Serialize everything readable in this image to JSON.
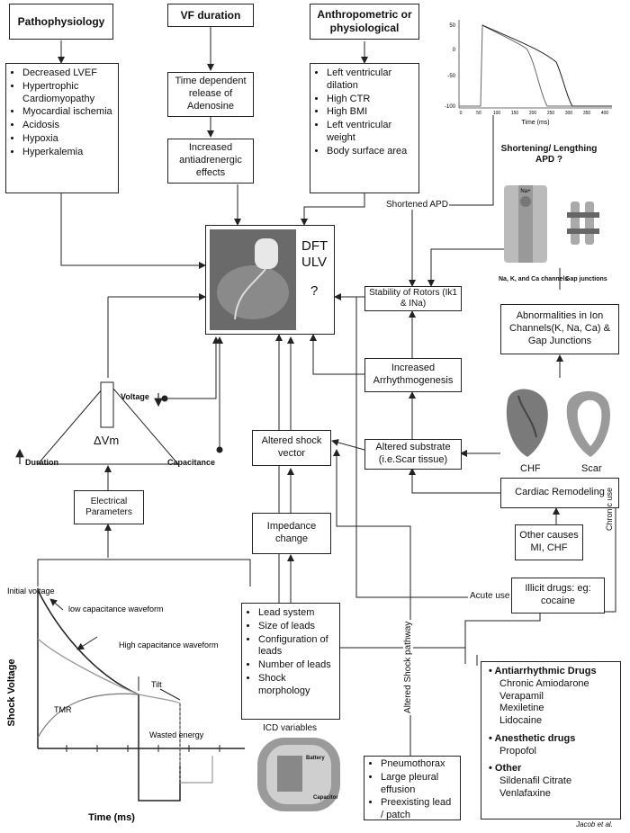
{
  "headers": {
    "patho": "Pathophysiology",
    "vf": "VF duration",
    "anthro": "Anthropometric or physiological"
  },
  "patho_list": [
    "Decreased LVEF",
    "Hypertrophic Cardiomyopathy",
    "Myocardial ischemia",
    "Acidosis",
    "Hypoxia",
    "Hyperkalemia"
  ],
  "vf_box1": "Time dependent release of Adenosine",
  "vf_box2": "Increased antiadrenergic effects",
  "anthro_list": [
    "Left ventricular dilation",
    "High CTR",
    "High BMI",
    "Left ventricular weight",
    "Body surface area"
  ],
  "apd_chart": {
    "xlabel": "Time (ms)",
    "xticks": [
      "0",
      "50",
      "100",
      "150",
      "200",
      "250",
      "300",
      "350",
      "400"
    ],
    "yticks": [
      "50",
      "0",
      "-50",
      "-100"
    ],
    "title": "Shortening/ Lengthing APD ?"
  },
  "shortened_apd": "Shortened APD",
  "channels_caption": "Na, K, and Ca channels",
  "gap_caption": "Gap junctions",
  "xray": {
    "line1": "DFT",
    "line2": "ULV",
    "q": "?"
  },
  "stability": "Stability of Rotors (Ik1 & INa)",
  "abnormalities": "Abnormalities in Ion Channels(K, Na, Ca) & Gap Junctions",
  "arrhythmo": "Increased Arrhythmogenesis",
  "altered_substrate": "Altered substrate (i.e.Scar tissue)",
  "altered_vector": "Altered shock vector",
  "chf": "CHF",
  "scar": "Scar",
  "remodeling": "Cardiac Remodeling",
  "other_causes": "Other causes MI, CHF",
  "chronic_use": "Chronic use",
  "acute_use": "Acute use",
  "illicit": "Illicit drugs: eg: cocaine",
  "voltage": "Voltage",
  "dvm": "ΔVm",
  "duration": "Duration",
  "capacitance": "Capacitance",
  "electrical": "Electrical Parameters",
  "impedance": "Impedance change",
  "icd_list": [
    "Lead system",
    "Size of leads",
    "Configuration of leads",
    "Number of leads",
    "Shock morphology"
  ],
  "icd_variables": "ICD variables",
  "battery": "Battery",
  "capacitor": "Capacitor",
  "altered_pathway": "Altered Shock pathway",
  "pneumo_list": [
    "Pneumothorax",
    "Large pleural effusion",
    "Preexisting lead / patch"
  ],
  "drugs": {
    "sections": [
      {
        "title": "Antiarrhythmic Drugs",
        "items": [
          "Chronic Amiodarone",
          "Verapamil",
          "Mexiletine",
          "Lidocaine"
        ]
      },
      {
        "title": "Anesthetic drugs",
        "items": [
          "Propofol"
        ]
      },
      {
        "title": "Other",
        "items": [
          "Sildenafil Citrate",
          "Venlafaxine"
        ]
      }
    ]
  },
  "credit": "Jacob et al.",
  "wave": {
    "ylabel": "Shock Voltage",
    "xlabel": "Time (ms)",
    "initial": "Initial voltage",
    "low": "low capacitance waveform",
    "high": "High capacitance waveform",
    "tilt": "Tilt",
    "tmr": "TMR",
    "wasted": "Wasted energy"
  }
}
